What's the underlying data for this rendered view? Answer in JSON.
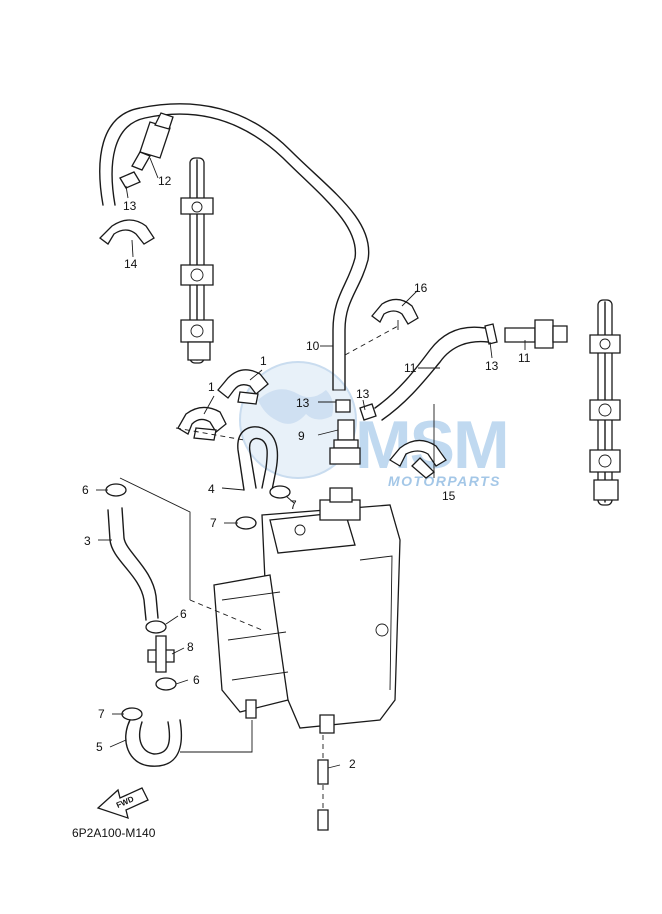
{
  "diagram_code": "6P2A100-M140",
  "fwd_label": "FWD",
  "watermark": {
    "main": "MSM",
    "sub": "MOTORPARTS",
    "color": "#1f6fb5"
  },
  "callouts": [
    {
      "id": "c1a",
      "label": "1"
    },
    {
      "id": "c1b",
      "label": "1"
    },
    {
      "id": "c2",
      "label": "2"
    },
    {
      "id": "c3",
      "label": "3"
    },
    {
      "id": "c4",
      "label": "4"
    },
    {
      "id": "c5",
      "label": "5"
    },
    {
      "id": "c6a",
      "label": "6"
    },
    {
      "id": "c6b",
      "label": "6"
    },
    {
      "id": "c6c",
      "label": "6"
    },
    {
      "id": "c7a",
      "label": "7"
    },
    {
      "id": "c7b",
      "label": "7"
    },
    {
      "id": "c7c",
      "label": "7"
    },
    {
      "id": "c8",
      "label": "8"
    },
    {
      "id": "c9",
      "label": "9"
    },
    {
      "id": "c10",
      "label": "10"
    },
    {
      "id": "c11a",
      "label": "11"
    },
    {
      "id": "c11b",
      "label": "11"
    },
    {
      "id": "c12",
      "label": "12"
    },
    {
      "id": "c13a",
      "label": "13"
    },
    {
      "id": "c13b",
      "label": "13"
    },
    {
      "id": "c13c",
      "label": "13"
    },
    {
      "id": "c13d",
      "label": "13"
    },
    {
      "id": "c14",
      "label": "14"
    },
    {
      "id": "c15",
      "label": "15"
    },
    {
      "id": "c16",
      "label": "16"
    }
  ]
}
